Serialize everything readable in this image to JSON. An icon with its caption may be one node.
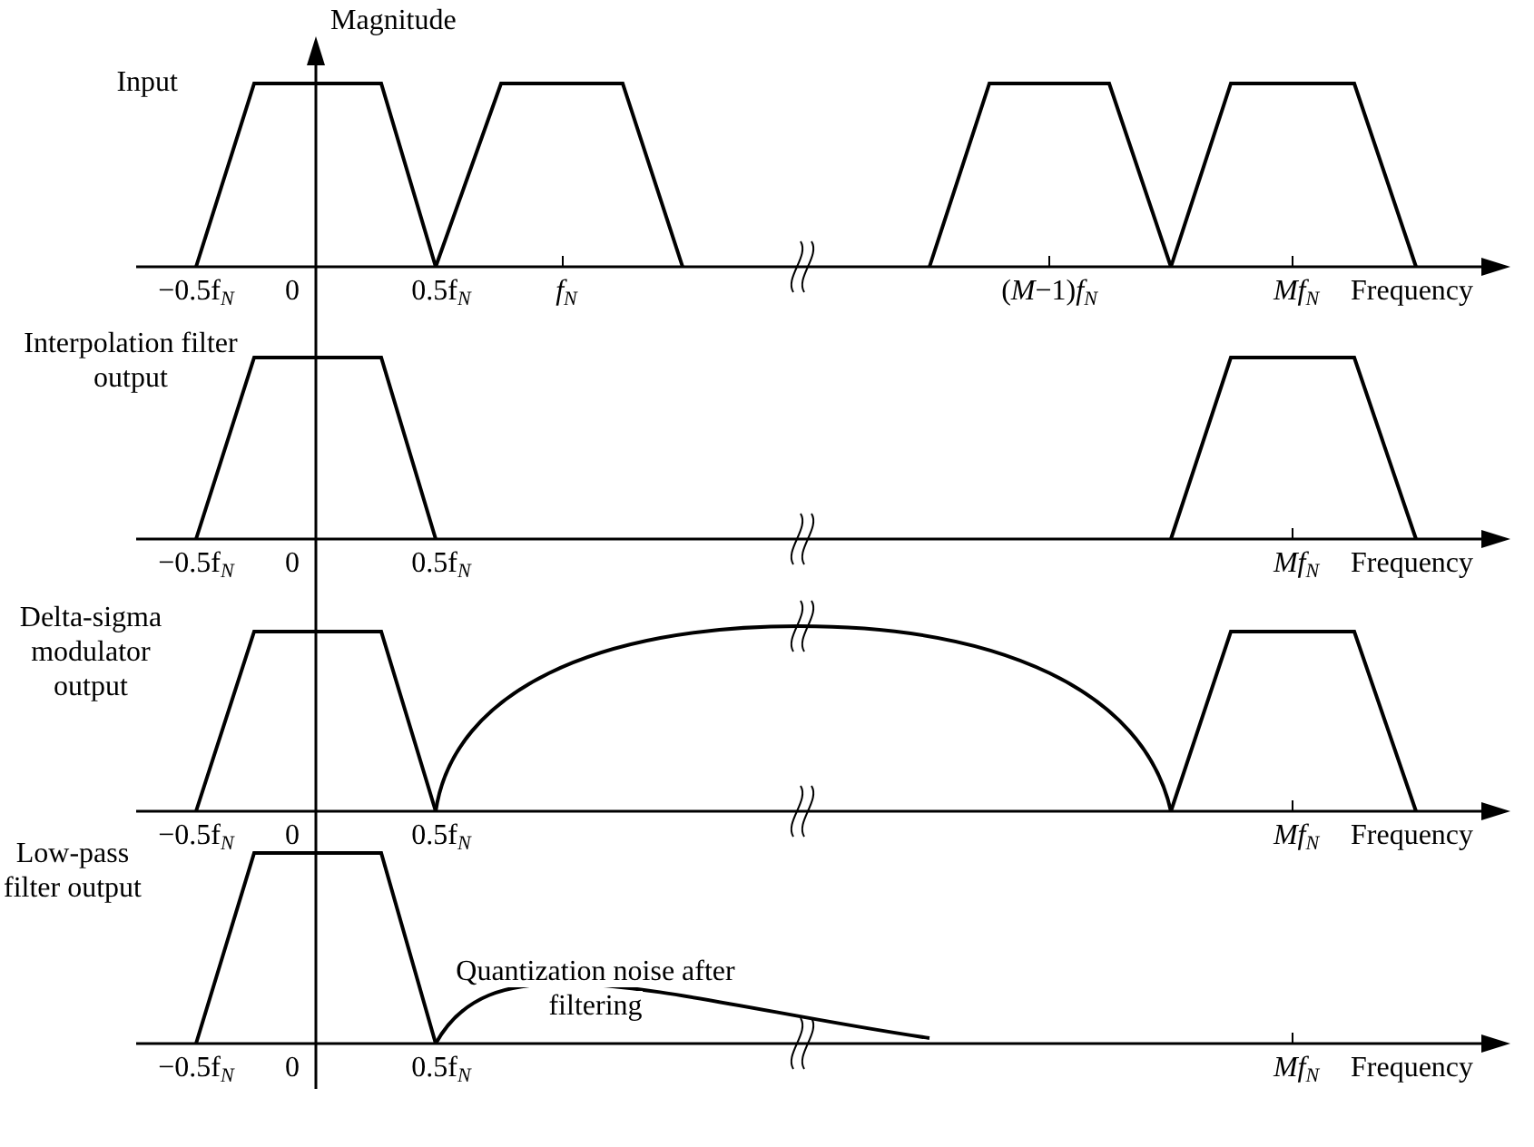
{
  "diagram": {
    "labels": [
      "Magnitude",
      "Input",
      "−0.5f$_{N}$",
      "0",
      "0.5f$_{N}$",
      "*f*$_{N}$",
      "(*M*−1)*f*$_{N}$",
      "*Mf*$_{N}$",
      "Frequency",
      "Interpolation filter output",
      "−0.5f$_{N}$",
      "0",
      "0.5f$_{N}$",
      "*Mf*$_{N}$",
      "Frequency",
      "Delta-sigma modulator output",
      "−0.5f$_{N}$",
      "0",
      "0.5f$_{N}$",
      "*Mf*$_{N}$",
      "Frequency",
      "Low-pass filter output",
      "Quantization noise after filtering",
      "−0.5f$_{N}$",
      "0",
      "0.5f$_{N}$",
      "*Mf*$_{N}$",
      "Frequency"
    ]
  }
}
